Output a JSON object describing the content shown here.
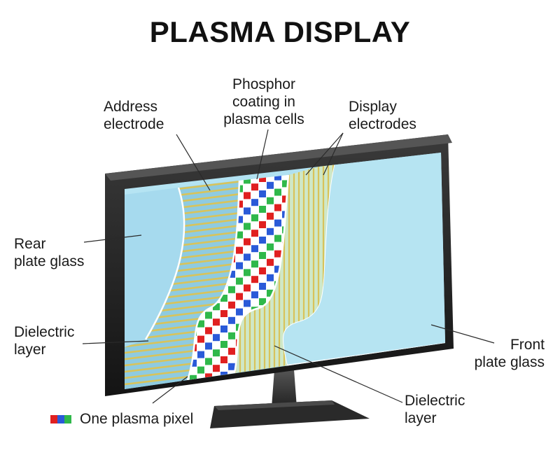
{
  "title": "PLASMA DISPLAY",
  "labels": {
    "address_electrode": [
      "Address",
      "electrode"
    ],
    "phosphor_coating": [
      "Phosphor",
      "coating in",
      "plasma cells"
    ],
    "display_electrodes": [
      "Display",
      "electrodes"
    ],
    "rear_plate_glass": [
      "Rear",
      "plate glass"
    ],
    "dielectric_layer_left": [
      "Dielectric",
      "layer"
    ],
    "front_plate_glass": [
      "Front",
      "plate glass"
    ],
    "dielectric_layer_bottom": [
      "Dielectric",
      "layer"
    ]
  },
  "legend": {
    "text": "One plasma pixel",
    "colors": [
      "#e02020",
      "#2a5ad8",
      "#2fb84a"
    ]
  },
  "colors": {
    "glass": "#a9dcee",
    "frame": "#2b2b2b",
    "electrode": "#d8c35a",
    "red": "#e02020",
    "green": "#2fb84a",
    "blue": "#2a5ad8"
  }
}
